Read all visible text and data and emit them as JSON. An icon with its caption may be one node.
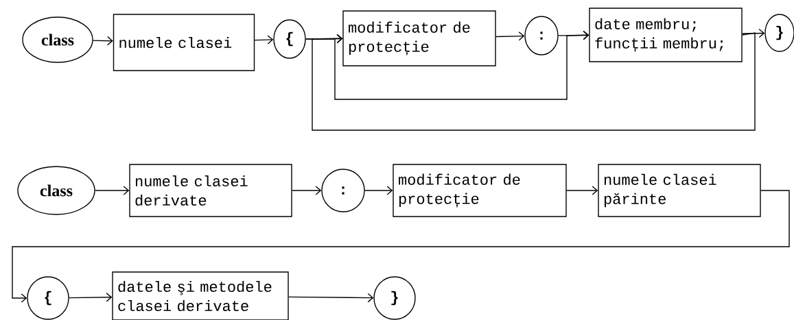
{
  "diagram": {
    "nodes": [
      {
        "text": [
          "class"
        ]
      },
      {
        "text": [
          "numele clasei"
        ]
      },
      {
        "text": [
          "{"
        ]
      },
      {
        "text": [
          "modificator de protecție"
        ]
      },
      {
        "text": [
          ":"
        ]
      },
      {
        "text": [
          "date membru; funcții membru;"
        ]
      },
      {
        "text": [
          "}"
        ]
      },
      {
        "text": [
          "class"
        ]
      },
      {
        "text": [
          "numele clasei derivate"
        ]
      },
      {
        "text": [
          ":"
        ]
      },
      {
        "text": [
          "modificator de protecție"
        ]
      },
      {
        "text": [
          "numele clasei părinte"
        ]
      },
      {
        "text": [
          "{"
        ]
      },
      {
        "text": [
          "datele şi metodele clasei derivate"
        ]
      },
      {
        "text": [
          "}"
        ]
      }
    ],
    "edges": [
      {
        "from": 0,
        "to": 1,
        "arrow": "to"
      },
      {
        "from": 1,
        "to": 2,
        "arrow": "to"
      },
      {
        "from": 2,
        "to": 3,
        "arrow": "to"
      },
      {
        "from": 3,
        "to": 4,
        "arrow": "to"
      },
      {
        "from": 4,
        "to": 5,
        "arrow": "to"
      },
      {
        "from": 5,
        "to": 6,
        "arrow": "to"
      },
      {
        "from": 2,
        "to": 5,
        "arrow": "to"
      },
      {
        "from": 5,
        "to": 3,
        "arrow": "to"
      },
      {
        "from": 7,
        "to": 8,
        "arrow": "to"
      },
      {
        "from": 8,
        "to": 9,
        "arrow": "to"
      },
      {
        "from": 9,
        "to": 10,
        "arrow": "to"
      },
      {
        "from": 10,
        "to": 11,
        "arrow": "to"
      },
      {
        "from": 11,
        "to": 12,
        "arrow": "to"
      },
      {
        "from": 12,
        "to": 13,
        "arrow": "to"
      },
      {
        "from": 13,
        "to": 14,
        "arrow": "to"
      }
    ]
  }
}
